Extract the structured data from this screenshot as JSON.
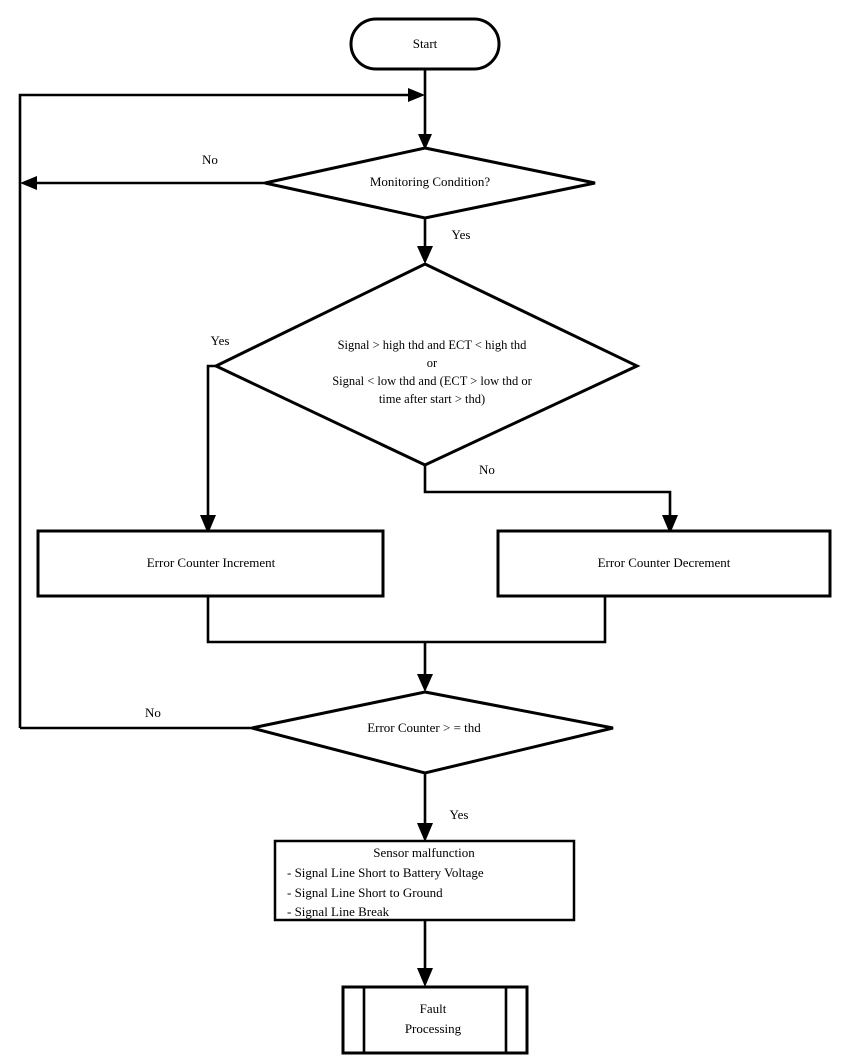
{
  "diagram": {
    "title": "Sensor Monitoring Fault Detection Flowchart",
    "type": "flowchart",
    "background_color": "#ffffff",
    "line_color": "#000000"
  },
  "nodes": {
    "start": {
      "shape": "terminator",
      "label": "Start"
    },
    "monitoring_condition": {
      "shape": "decision",
      "label": "Monitoring Condition?"
    },
    "signal_check": {
      "shape": "decision",
      "line1": "Signal > high thd and ECT < high thd",
      "line2": "or",
      "line3": "Signal < low thd and (ECT > low thd or",
      "line4": "time after start > thd)"
    },
    "error_counter_increment": {
      "shape": "process",
      "label": "Error Counter Increment"
    },
    "error_counter_decrement": {
      "shape": "process",
      "label": "Error Counter Decrement"
    },
    "error_counter_threshold": {
      "shape": "decision",
      "label": "Error Counter > = thd"
    },
    "sensor_malfunction": {
      "shape": "process",
      "title": "Sensor malfunction",
      "item1": "- Signal Line Short to Battery Voltage",
      "item2": "- Signal Line Short to Ground",
      "item3": "- Signal Line Break"
    },
    "fault_processing": {
      "shape": "predefined-process",
      "line1": "Fault",
      "line2": "Processing"
    }
  },
  "edge_labels": {
    "monitoring_no": "No",
    "monitoring_yes": "Yes",
    "signal_yes": "Yes",
    "signal_no": "No",
    "counter_no": "No",
    "counter_yes": "Yes"
  }
}
